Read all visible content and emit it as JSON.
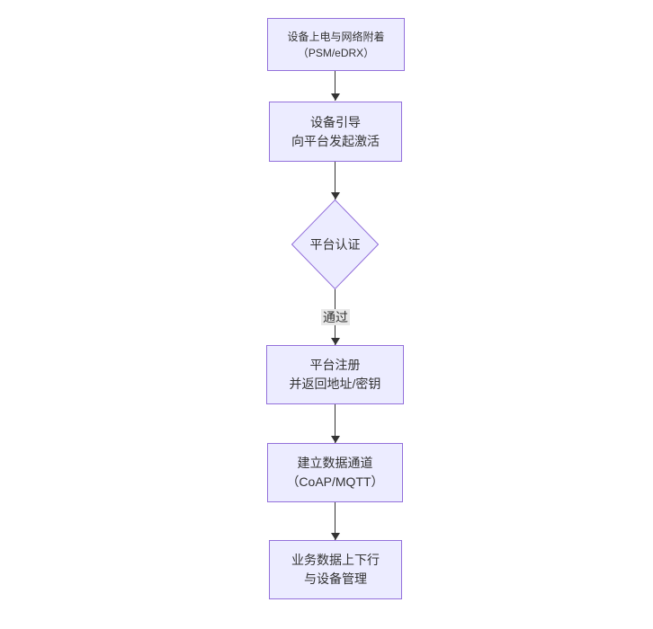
{
  "colors": {
    "node_fill": "#ECECFF",
    "node_border": "#9370DB",
    "arrow_color": "#333333",
    "text_color": "#333333",
    "edge_label_bg": "#e8e8e8",
    "canvas_bg": "#ffffff"
  },
  "flow": {
    "nodes": [
      {
        "id": "power-attach",
        "type": "rect",
        "lines": [
          "设备上电与网络附着",
          "（PSM/eDRX）"
        ]
      },
      {
        "id": "bootstrap",
        "type": "rect",
        "lines": [
          "设备引导",
          "向平台发起激活"
        ]
      },
      {
        "id": "platform-auth",
        "type": "diamond",
        "label": "平台认证"
      },
      {
        "id": "platform-register",
        "type": "rect",
        "lines": [
          "平台注册",
          "并返回地址/密钥"
        ]
      },
      {
        "id": "data-channel",
        "type": "rect",
        "lines": [
          "建立数据通道",
          "（CoAP/MQTT）"
        ]
      },
      {
        "id": "business-data",
        "type": "rect",
        "lines": [
          "业务数据上下行",
          "与设备管理"
        ]
      }
    ],
    "edge_label": "通过"
  }
}
